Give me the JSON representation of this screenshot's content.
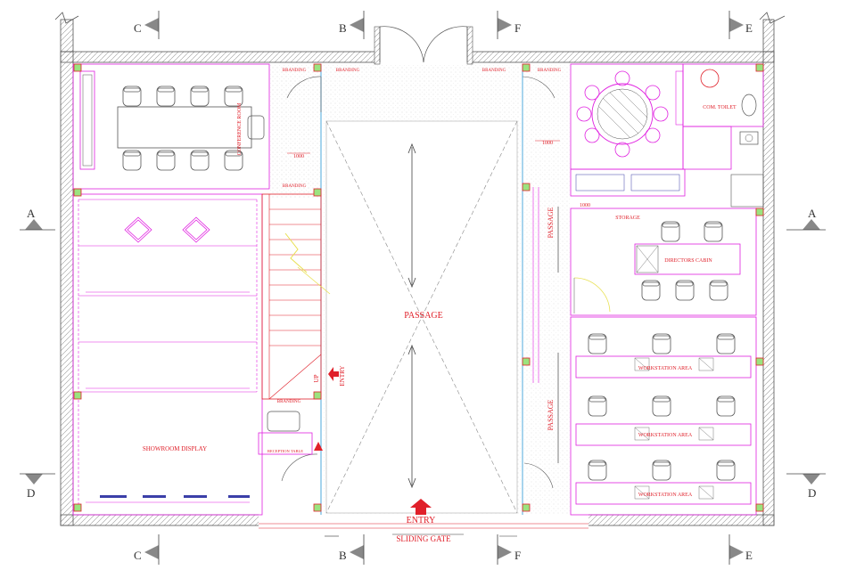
{
  "section_markers": {
    "a": "A",
    "b": "B",
    "c": "C",
    "d": "D",
    "e": "E",
    "f": "F"
  },
  "rooms": {
    "conference": "CONFERENCE ROOM",
    "showroom": "SHOWROOM DISPLAY",
    "passage_main": "PASSAGE",
    "passage_side": "PASSAGE",
    "directors_cabin": "DIRECTORS CABIN",
    "com_toilet": "COM. TOILET",
    "storage": "STORAGE",
    "workstation": "WORKSTATION AREA"
  },
  "labels": {
    "entry_main": "ENTRY",
    "entry_stair": "ENTRY",
    "sliding_gate": "SLIDING GATE",
    "up": "UP",
    "branding": "BRANDING",
    "dim_1000": "1000",
    "reception_table": "RECEPTION TABLE"
  },
  "colors": {
    "wall": "#6b6b6b",
    "red": "#e0202a",
    "magenta": "#e020e0",
    "blue": "#3b3fa8",
    "hatch": "#bdbdbd"
  }
}
